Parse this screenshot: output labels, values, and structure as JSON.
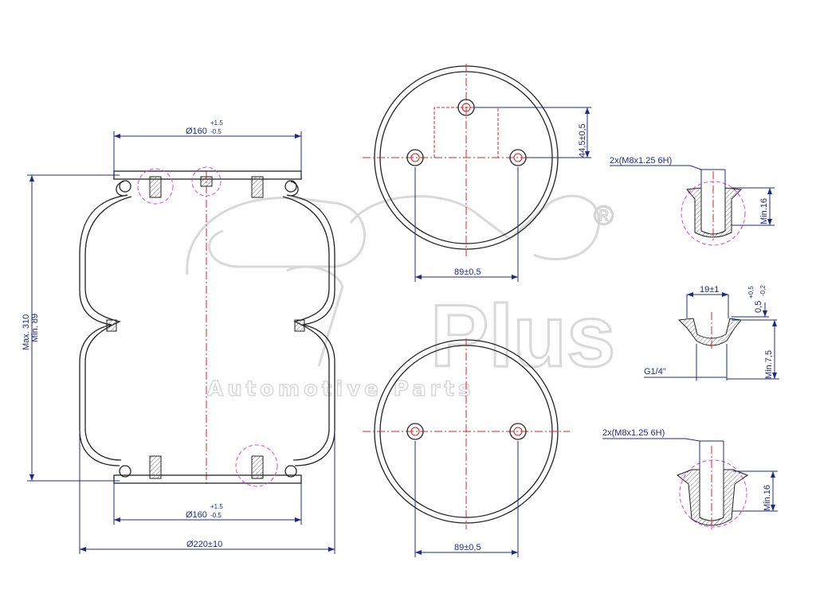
{
  "watermark": {
    "logo_text": "Plus",
    "tagline": "Automotive Parts",
    "registered_mark": "®"
  },
  "side_view": {
    "top_diameter": "Ø160",
    "top_tol_plus": "+1.5",
    "top_tol_minus": "-0.5",
    "bottom_diameter": "Ø160",
    "bottom_tol_plus": "+1.5",
    "bottom_tol_minus": "-0.5",
    "overall_width": "Ø220±10",
    "max_height": "Max. 310",
    "min_height": "Min. 89"
  },
  "top_plate": {
    "offset_dim": "44,5±0,5",
    "spacing_dim": "89±0,5"
  },
  "bottom_plate": {
    "spacing_dim": "89±0,5"
  },
  "detail_top_thread": {
    "label": "2x(M8x1.25  6H)",
    "min_depth": "Min.16"
  },
  "detail_air_port": {
    "width": "19±1",
    "height_tol_plus": "+0,5",
    "height_tol_main": "0,5",
    "height_tol_minus": "-0,2",
    "thread": "G1/4\"",
    "min_depth": "Min.7,5"
  },
  "detail_bottom_thread": {
    "label": "2x(M8x1.25  6H)",
    "min_depth": "Min.16"
  }
}
